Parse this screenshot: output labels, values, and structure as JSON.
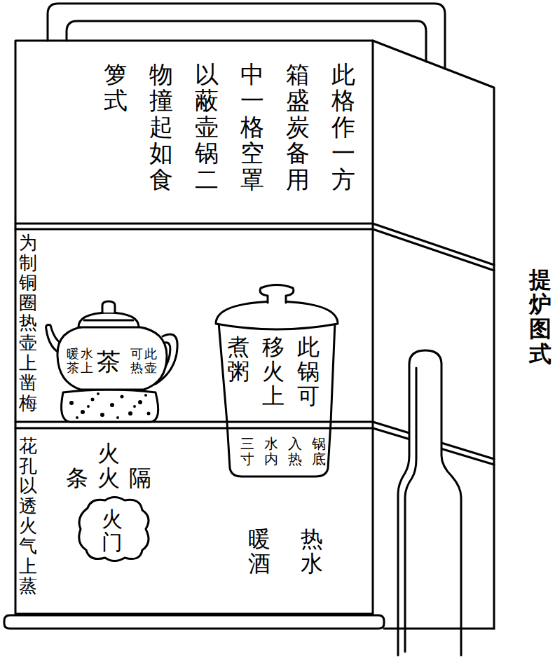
{
  "diagram": {
    "title": "提炉图式",
    "nodes": [
      {
        "text": [
          "此格作一方 箱盛炭备用 中一格空罩 以蔽壶锅二 物撞起如食 箩式"
        ]
      },
      {
        "text": [
          "此壶 可热",
          "茶",
          "水上 暖茶"
        ]
      },
      {
        "text": [
          "此锅可 移火上 煮粥",
          "锅底 入热 水内 三寸"
        ]
      },
      {
        "text": [
          "火门"
        ]
      }
    ],
    "labels": [
      "为制铜圈热壶上凿梅",
      "花孔以透火气上蒸",
      "隔 火火 条",
      "热水",
      "暖酒"
    ]
  }
}
